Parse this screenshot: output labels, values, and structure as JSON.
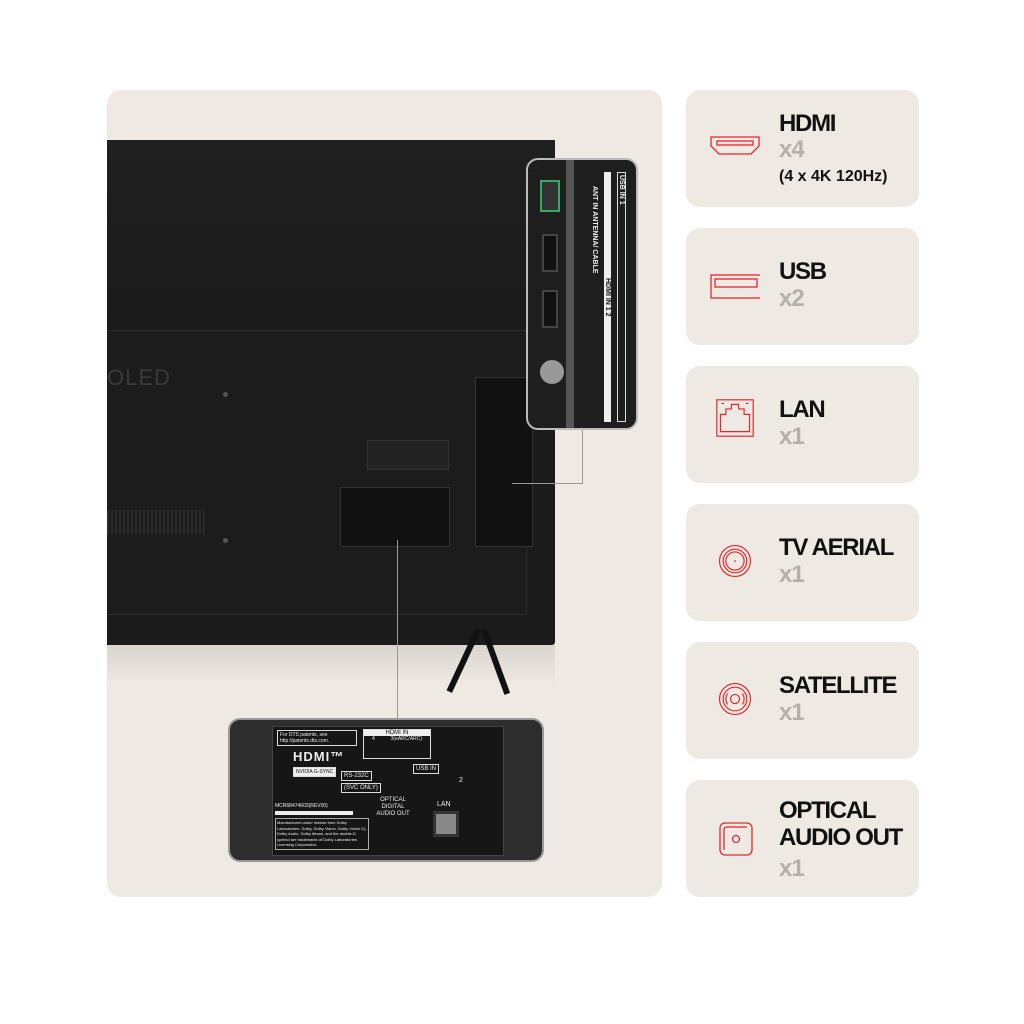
{
  "accent_color": "#e8262b",
  "tv": {
    "brand_text": "OLED",
    "side_inset": {
      "usb_label": "USB IN",
      "usb_number": "1",
      "hdmi_label": "HDMI IN",
      "hdmi_numbers": [
        "1",
        "2"
      ],
      "antenna_label": "ANT IN",
      "antenna_sub": "ANTENNA/ CABLE"
    },
    "rear_inset": {
      "patent_note": "For DTS patents, see http://patents.dts.com.",
      "hdmi_logo": "HDMI™",
      "hdmi_in_label": "HDMI IN",
      "hdmi_ports": [
        "4",
        "3(eARC/ARC)"
      ],
      "badge": "NVIDIA G-SYNC",
      "rs232_label": "RS-232C",
      "rs232_sub": "(SVC ONLY)",
      "usb_label": "USB IN",
      "usb_number": "2",
      "optical_label": "OPTICAL DIGITAL AUDIO OUT",
      "lan_label": "LAN",
      "model_code": "MCR68474603(REV00)",
      "dolby_note": "Manufactured under license from Dolby Laboratories. Dolby, Dolby Vision, Dolby Vision IQ, Dolby Audio, Dolby Atmos, and the double-D symbol are trademarks of Dolby Laboratories Licensing Corporation."
    }
  },
  "ports": [
    {
      "icon": "hdmi-icon",
      "title": "HDMI",
      "count": "x4",
      "note": "(4 x 4K 120Hz)"
    },
    {
      "icon": "usb-icon",
      "title": "USB",
      "count": "x2"
    },
    {
      "icon": "lan-icon",
      "title": "LAN",
      "count": "x1"
    },
    {
      "icon": "tv-aerial-icon",
      "title": "TV AERIAL",
      "count": "x1"
    },
    {
      "icon": "satellite-icon",
      "title": "SATELLITE",
      "count": "x1"
    },
    {
      "icon": "optical-icon",
      "title": "OPTICAL AUDIO OUT",
      "count": "x1"
    }
  ]
}
